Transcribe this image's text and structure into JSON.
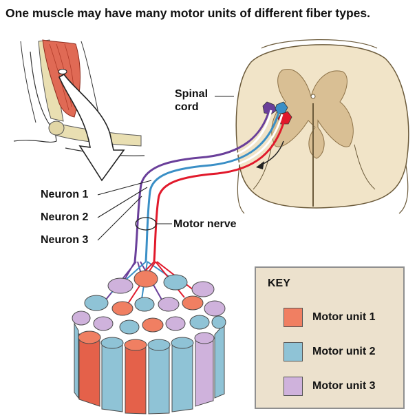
{
  "title": "One muscle may have many motor units of different fiber types.",
  "labels": {
    "spinal_cord": [
      "Spinal",
      "cord"
    ],
    "neuron_1": "Neuron 1",
    "neuron_2": "Neuron 2",
    "neuron_3": "Neuron 3",
    "motor_nerve": "Motor nerve"
  },
  "key": {
    "title": "KEY",
    "items": [
      {
        "label": "Motor unit 1",
        "color": "#f07f62"
      },
      {
        "label": "Motor unit 2",
        "color": "#8fc3d6"
      },
      {
        "label": "Motor unit 3",
        "color": "#cfb2dc"
      }
    ]
  },
  "colors": {
    "neuron_1": "#e1192b",
    "neuron_2": "#3a8fc6",
    "neuron_3": "#6a3f9a",
    "spinal_white_matter": "#f1e4c8",
    "spinal_gray_matter": "#d9bf94",
    "muscle": "#e06a55",
    "bone": "#e9dfb2"
  }
}
